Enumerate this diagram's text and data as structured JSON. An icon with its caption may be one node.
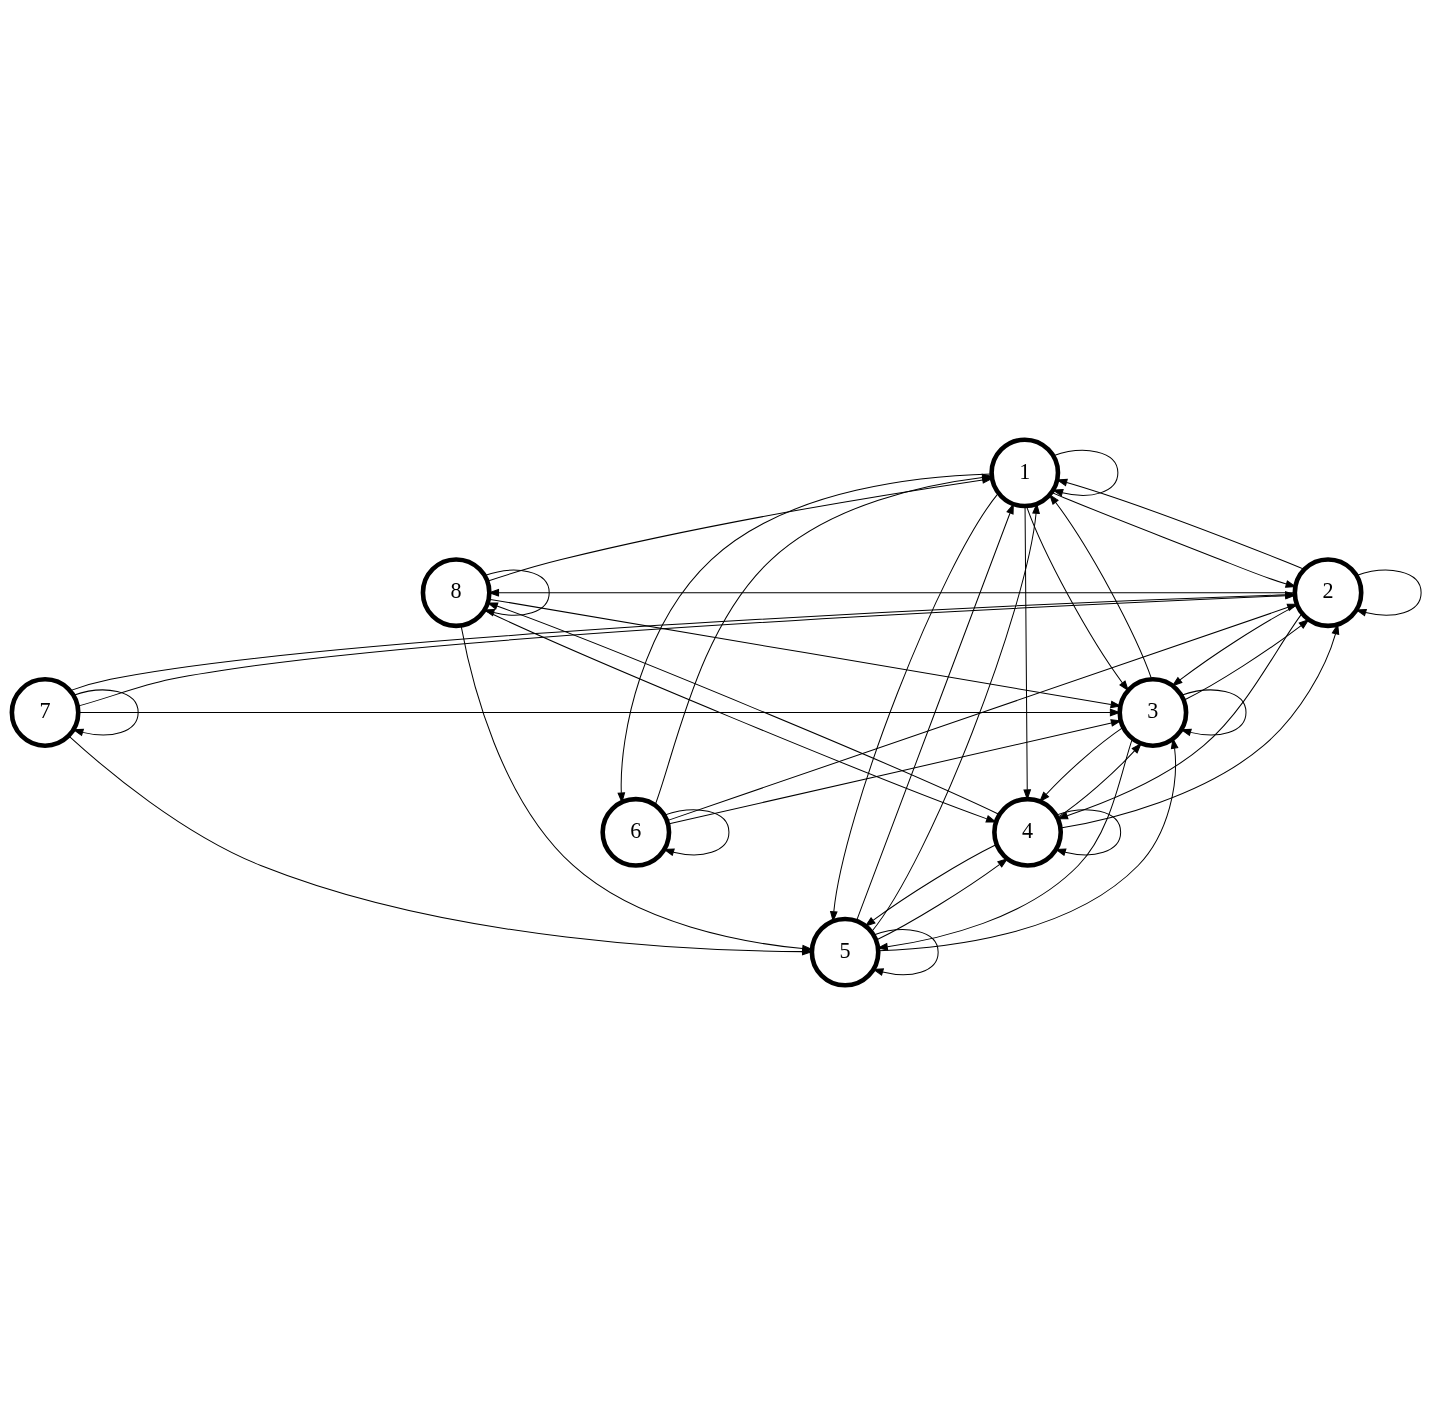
{
  "diagram": {
    "nodes": [
      {
        "text": [
          "1"
        ]
      },
      {
        "text": [
          "2"
        ]
      },
      {
        "text": [
          "3"
        ]
      },
      {
        "text": [
          "4"
        ]
      },
      {
        "text": [
          "5"
        ]
      },
      {
        "text": [
          "6"
        ]
      },
      {
        "text": [
          "7"
        ]
      },
      {
        "text": [
          "8"
        ]
      }
    ],
    "edges": [
      {
        "from": 6,
        "to": 6,
        "arrow": "to"
      },
      {
        "from": 6,
        "to": 4,
        "arrow": "to"
      },
      {
        "from": 6,
        "to": 2,
        "arrow": "to"
      },
      {
        "from": 6,
        "to": 1,
        "arrow": "to"
      },
      {
        "from": 6,
        "to": 1,
        "arrow": "to"
      },
      {
        "from": 7,
        "to": 7,
        "arrow": "to"
      },
      {
        "from": 7,
        "to": 0,
        "arrow": "to"
      },
      {
        "from": 7,
        "to": 2,
        "arrow": "to"
      },
      {
        "from": 7,
        "to": 3,
        "arrow": "to"
      },
      {
        "from": 7,
        "to": 4,
        "arrow": "to"
      },
      {
        "from": 0,
        "to": 0,
        "arrow": "to"
      },
      {
        "from": 0,
        "to": 5,
        "arrow": "to"
      },
      {
        "from": 0,
        "to": 4,
        "arrow": "to"
      },
      {
        "from": 0,
        "to": 3,
        "arrow": "to"
      },
      {
        "from": 0,
        "to": 2,
        "arrow": "to"
      },
      {
        "from": 0,
        "to": 1,
        "arrow": "to"
      },
      {
        "from": 5,
        "to": 5,
        "arrow": "to"
      },
      {
        "from": 5,
        "to": 0,
        "arrow": "to"
      },
      {
        "from": 5,
        "to": 1,
        "arrow": "to"
      },
      {
        "from": 5,
        "to": 2,
        "arrow": "to"
      },
      {
        "from": 4,
        "to": 4,
        "arrow": "to"
      },
      {
        "from": 4,
        "to": 0,
        "arrow": "to"
      },
      {
        "from": 4,
        "to": 0,
        "arrow": "to"
      },
      {
        "from": 4,
        "to": 3,
        "arrow": "to"
      },
      {
        "from": 4,
        "to": 2,
        "arrow": "to"
      },
      {
        "from": 3,
        "to": 3,
        "arrow": "to"
      },
      {
        "from": 3,
        "to": 7,
        "arrow": "to"
      },
      {
        "from": 3,
        "to": 4,
        "arrow": "to"
      },
      {
        "from": 3,
        "to": 1,
        "arrow": "to"
      },
      {
        "from": 3,
        "to": 2,
        "arrow": "to"
      },
      {
        "from": 2,
        "to": 2,
        "arrow": "to"
      },
      {
        "from": 2,
        "to": 4,
        "arrow": "to"
      },
      {
        "from": 2,
        "to": 0,
        "arrow": "to"
      },
      {
        "from": 2,
        "to": 1,
        "arrow": "to"
      },
      {
        "from": 2,
        "to": 3,
        "arrow": "to"
      },
      {
        "from": 1,
        "to": 1,
        "arrow": "to"
      },
      {
        "from": 1,
        "to": 7,
        "arrow": "to"
      },
      {
        "from": 1,
        "to": 0,
        "arrow": "to"
      },
      {
        "from": 1,
        "to": 3,
        "arrow": "to"
      },
      {
        "from": 1,
        "to": 2,
        "arrow": "to"
      }
    ]
  }
}
